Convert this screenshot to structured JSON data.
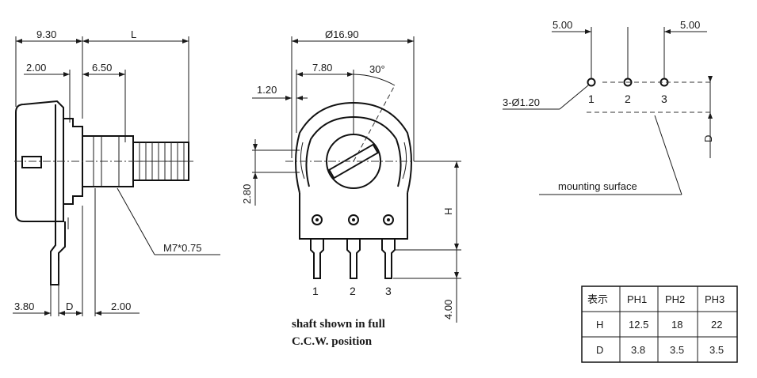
{
  "side_view": {
    "dim_930": "9.30",
    "dim_L": "L",
    "dim_200_top": "2.00",
    "dim_650": "6.50",
    "thread": "M7*0.75",
    "dim_380": "3.80",
    "dim_D": "D",
    "dim_200_bottom": "2.00"
  },
  "front_view": {
    "dim_diameter": "Ø16.90",
    "dim_780": "7.80",
    "dim_angle": "30°",
    "dim_120": "1.20",
    "dim_280": "2.80",
    "dim_H": "H",
    "dim_400": "4.00",
    "pins": [
      "1",
      "2",
      "3"
    ],
    "caption_line1": "shaft shown in full",
    "caption_line2": "C.C.W. position"
  },
  "footprint": {
    "dim_left": "5.00",
    "dim_right": "5.00",
    "hole_label": "3-Ø1.20",
    "pins": [
      "1",
      "2",
      "3"
    ],
    "dim_D": "D",
    "surface_label": "mounting surface"
  },
  "table": {
    "header": [
      "表示",
      "PH1",
      "PH2",
      "PH3"
    ],
    "rows": [
      [
        "H",
        "12.5",
        "18",
        "22"
      ],
      [
        "D",
        "3.8",
        "3.5",
        "3.5"
      ]
    ]
  }
}
